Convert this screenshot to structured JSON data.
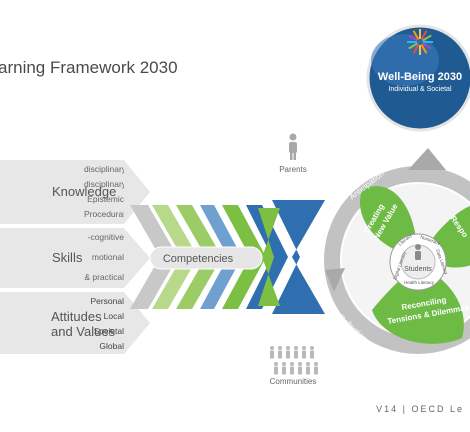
{
  "title": "arning Framework 2030",
  "knowledge": {
    "label": "Knowledge",
    "items": [
      "disciplinary",
      "disciplinary",
      "Epistemic",
      "Procedural"
    ]
  },
  "skills": {
    "label": "Skills",
    "items": [
      "-cognitive",
      "motional",
      "& practical"
    ]
  },
  "attitudes": {
    "label_line1": "Attitudes",
    "label_line2": "and Values",
    "items": [
      "Personal",
      "Local",
      "Societal",
      "Global"
    ]
  },
  "competencies": "Competencies",
  "parents": "Parents",
  "communities": "Communities",
  "wellbeing": {
    "title": "Well-Being 2030",
    "subtitle": "Individual & Societal"
  },
  "cycle": {
    "anticipation": "Anticipation",
    "reflection": "Reflection",
    "petal_creating_1": "Creating",
    "petal_creating_2": "New Value",
    "petal_reconciling_1": "Reconciling",
    "petal_reconciling_2": "Tensions & Dilemmas",
    "petal_respo": "Respo",
    "center": "Students",
    "literacy_1": "Literacy",
    "literacy_2": "Numeracy",
    "literacy_3": "Data Literacy",
    "literacy_4": "Health Literacy",
    "literacy_5": "Digital Literacy"
  },
  "footer": "V14 | OECD Le",
  "colors": {
    "band": "#e7e7e7",
    "green": "#7dbf42",
    "light_green": "#b8d98a",
    "blue": "#2f6fb0",
    "grey_ring": "#c2c2c2"
  }
}
